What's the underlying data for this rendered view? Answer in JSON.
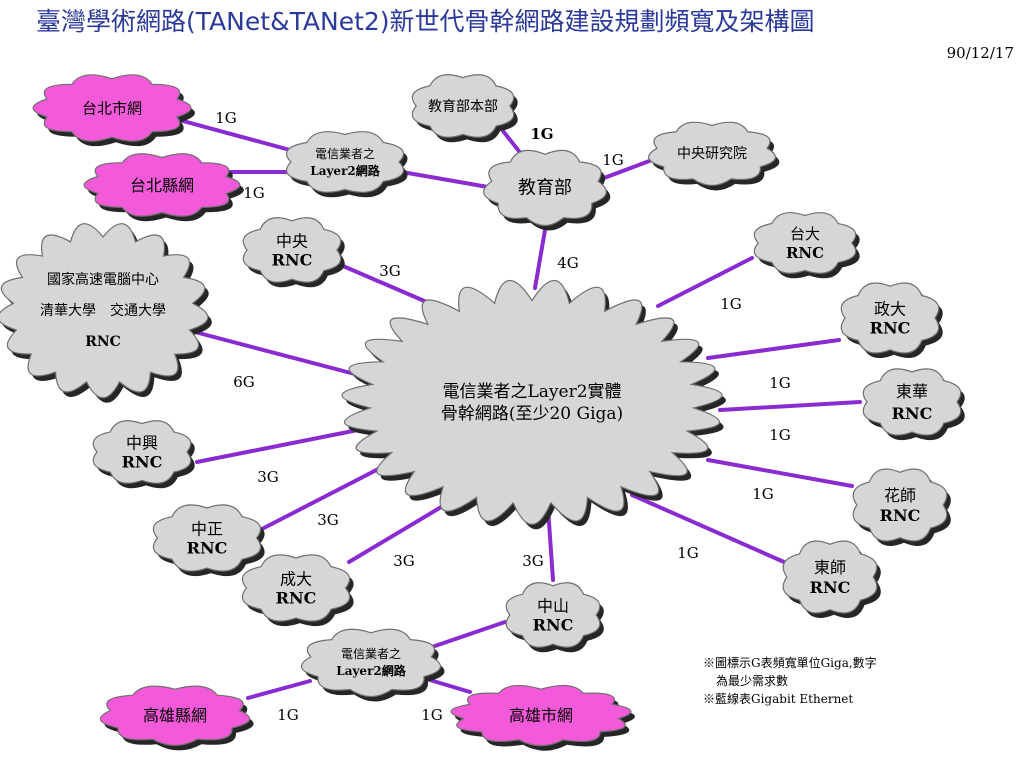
{
  "title": "臺灣學術網路(TANet&TANet2)新世代骨幹網路建設規劃頻寬及架構圖",
  "date": "90/12/17",
  "colors": {
    "gray_cloud": "#d4d6d8",
    "pink_cloud": "#f25ad9",
    "link": "#8a2bd2",
    "title": "#2b3a9a"
  },
  "nodes": [
    {
      "id": "backbone",
      "shape": "gray-cloud",
      "lines": [
        "電信業者之Layer2實體",
        "骨幹網路(至少20 Giga)"
      ]
    },
    {
      "id": "moe",
      "shape": "gray-cloud",
      "lines": [
        "教育部"
      ]
    },
    {
      "id": "moe-hq",
      "shape": "gray-cloud",
      "lines": [
        "教育部本部"
      ]
    },
    {
      "id": "sinica",
      "shape": "gray-cloud",
      "lines": [
        "中央研究院"
      ]
    },
    {
      "id": "l2-north",
      "shape": "gray-cloud",
      "lines": [
        "電信業者之",
        "Layer2網路"
      ]
    },
    {
      "id": "taipei-city",
      "shape": "pink-cloud",
      "lines": [
        "台北市網"
      ]
    },
    {
      "id": "taipei-county",
      "shape": "pink-cloud",
      "lines": [
        "台北縣網"
      ]
    },
    {
      "id": "ncu",
      "shape": "gray-cloud",
      "lines": [
        "中央",
        "RNC"
      ]
    },
    {
      "id": "nchc",
      "shape": "gray-cloud",
      "lines": [
        "國家高速電腦中心",
        "清華大學　交通大學",
        "RNC"
      ]
    },
    {
      "id": "nchu",
      "shape": "gray-cloud",
      "lines": [
        "中興",
        "RNC"
      ]
    },
    {
      "id": "ccu",
      "shape": "gray-cloud",
      "lines": [
        "中正",
        "RNC"
      ]
    },
    {
      "id": "ncku",
      "shape": "gray-cloud",
      "lines": [
        "成大",
        "RNC"
      ]
    },
    {
      "id": "nsysu",
      "shape": "gray-cloud",
      "lines": [
        "中山",
        "RNC"
      ]
    },
    {
      "id": "l2-south",
      "shape": "gray-cloud",
      "lines": [
        "電信業者之",
        "Layer2網路"
      ]
    },
    {
      "id": "kaohsiung-county",
      "shape": "pink-cloud",
      "lines": [
        "高雄縣網"
      ]
    },
    {
      "id": "kaohsiung-city",
      "shape": "pink-cloud",
      "lines": [
        "高雄市網"
      ]
    },
    {
      "id": "ntu",
      "shape": "gray-cloud",
      "lines": [
        "台大",
        "RNC"
      ]
    },
    {
      "id": "nccu",
      "shape": "gray-cloud",
      "lines": [
        "政大",
        "RNC"
      ]
    },
    {
      "id": "ndhu",
      "shape": "gray-cloud",
      "lines": [
        "東華",
        "RNC"
      ]
    },
    {
      "id": "nhltc",
      "shape": "gray-cloud",
      "lines": [
        "花師",
        "RNC"
      ]
    },
    {
      "id": "nttu",
      "shape": "gray-cloud",
      "lines": [
        "東師",
        "RNC"
      ]
    }
  ],
  "links": [
    {
      "from": "taipei-city",
      "to": "l2-north",
      "label": "1G"
    },
    {
      "from": "taipei-county",
      "to": "l2-north",
      "label": "1G"
    },
    {
      "from": "l2-north",
      "to": "moe",
      "label": ""
    },
    {
      "from": "moe-hq",
      "to": "moe",
      "label": "1G"
    },
    {
      "from": "moe",
      "to": "sinica",
      "label": "1G"
    },
    {
      "from": "moe",
      "to": "backbone",
      "label": "4G"
    },
    {
      "from": "ncu",
      "to": "backbone",
      "label": "3G"
    },
    {
      "from": "nchc",
      "to": "backbone",
      "label": "6G"
    },
    {
      "from": "nchu",
      "to": "backbone",
      "label": "3G"
    },
    {
      "from": "ccu",
      "to": "backbone",
      "label": "3G"
    },
    {
      "from": "ncku",
      "to": "backbone",
      "label": "3G"
    },
    {
      "from": "nsysu",
      "to": "backbone",
      "label": "3G"
    },
    {
      "from": "ntu",
      "to": "backbone",
      "label": "1G"
    },
    {
      "from": "nccu",
      "to": "backbone",
      "label": "1G"
    },
    {
      "from": "ndhu",
      "to": "backbone",
      "label": "1G"
    },
    {
      "from": "nhltc",
      "to": "backbone",
      "label": "1G"
    },
    {
      "from": "nttu",
      "to": "backbone",
      "label": "1G"
    },
    {
      "from": "nsysu",
      "to": "l2-south",
      "label": ""
    },
    {
      "from": "kaohsiung-county",
      "to": "l2-south",
      "label": "1G"
    },
    {
      "from": "kaohsiung-city",
      "to": "l2-south",
      "label": "1G"
    }
  ],
  "notes": {
    "line1": "※圖標示G表頻寬單位Giga,數字",
    "line2": "為最少需求數",
    "line3": "※藍線表Gigabit Ethernet"
  }
}
